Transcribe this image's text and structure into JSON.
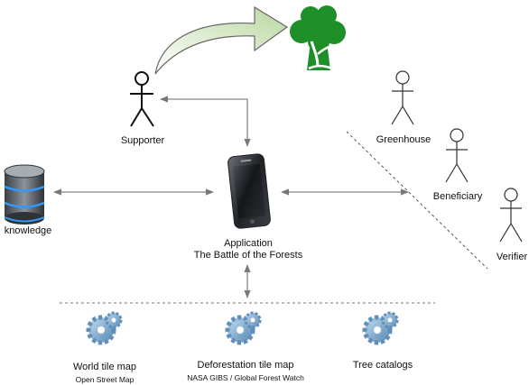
{
  "actors": {
    "supporter": "Supporter",
    "greenhouse": "Greenhouse",
    "beneficiary": "Beneficiary",
    "verifier": "Verifier"
  },
  "knowledge": {
    "label": "knowledge"
  },
  "application": {
    "line1": "Application",
    "line2": "The Battle of the Forests"
  },
  "services": [
    {
      "title": "World tile map",
      "subtitle": "Open Street Map"
    },
    {
      "title": "Deforestation tile map",
      "subtitle": "NASA GIBS / Global Forest Watch"
    },
    {
      "title": "Tree catalogs",
      "subtitle": ""
    }
  ],
  "colors": {
    "tree": "#1f8f2a",
    "gear": "#7aa8cc",
    "arrow_fill_light": "#ffffff",
    "arrow_fill_dark": "#b9d8a0",
    "database_glow": "#2f9bff"
  }
}
